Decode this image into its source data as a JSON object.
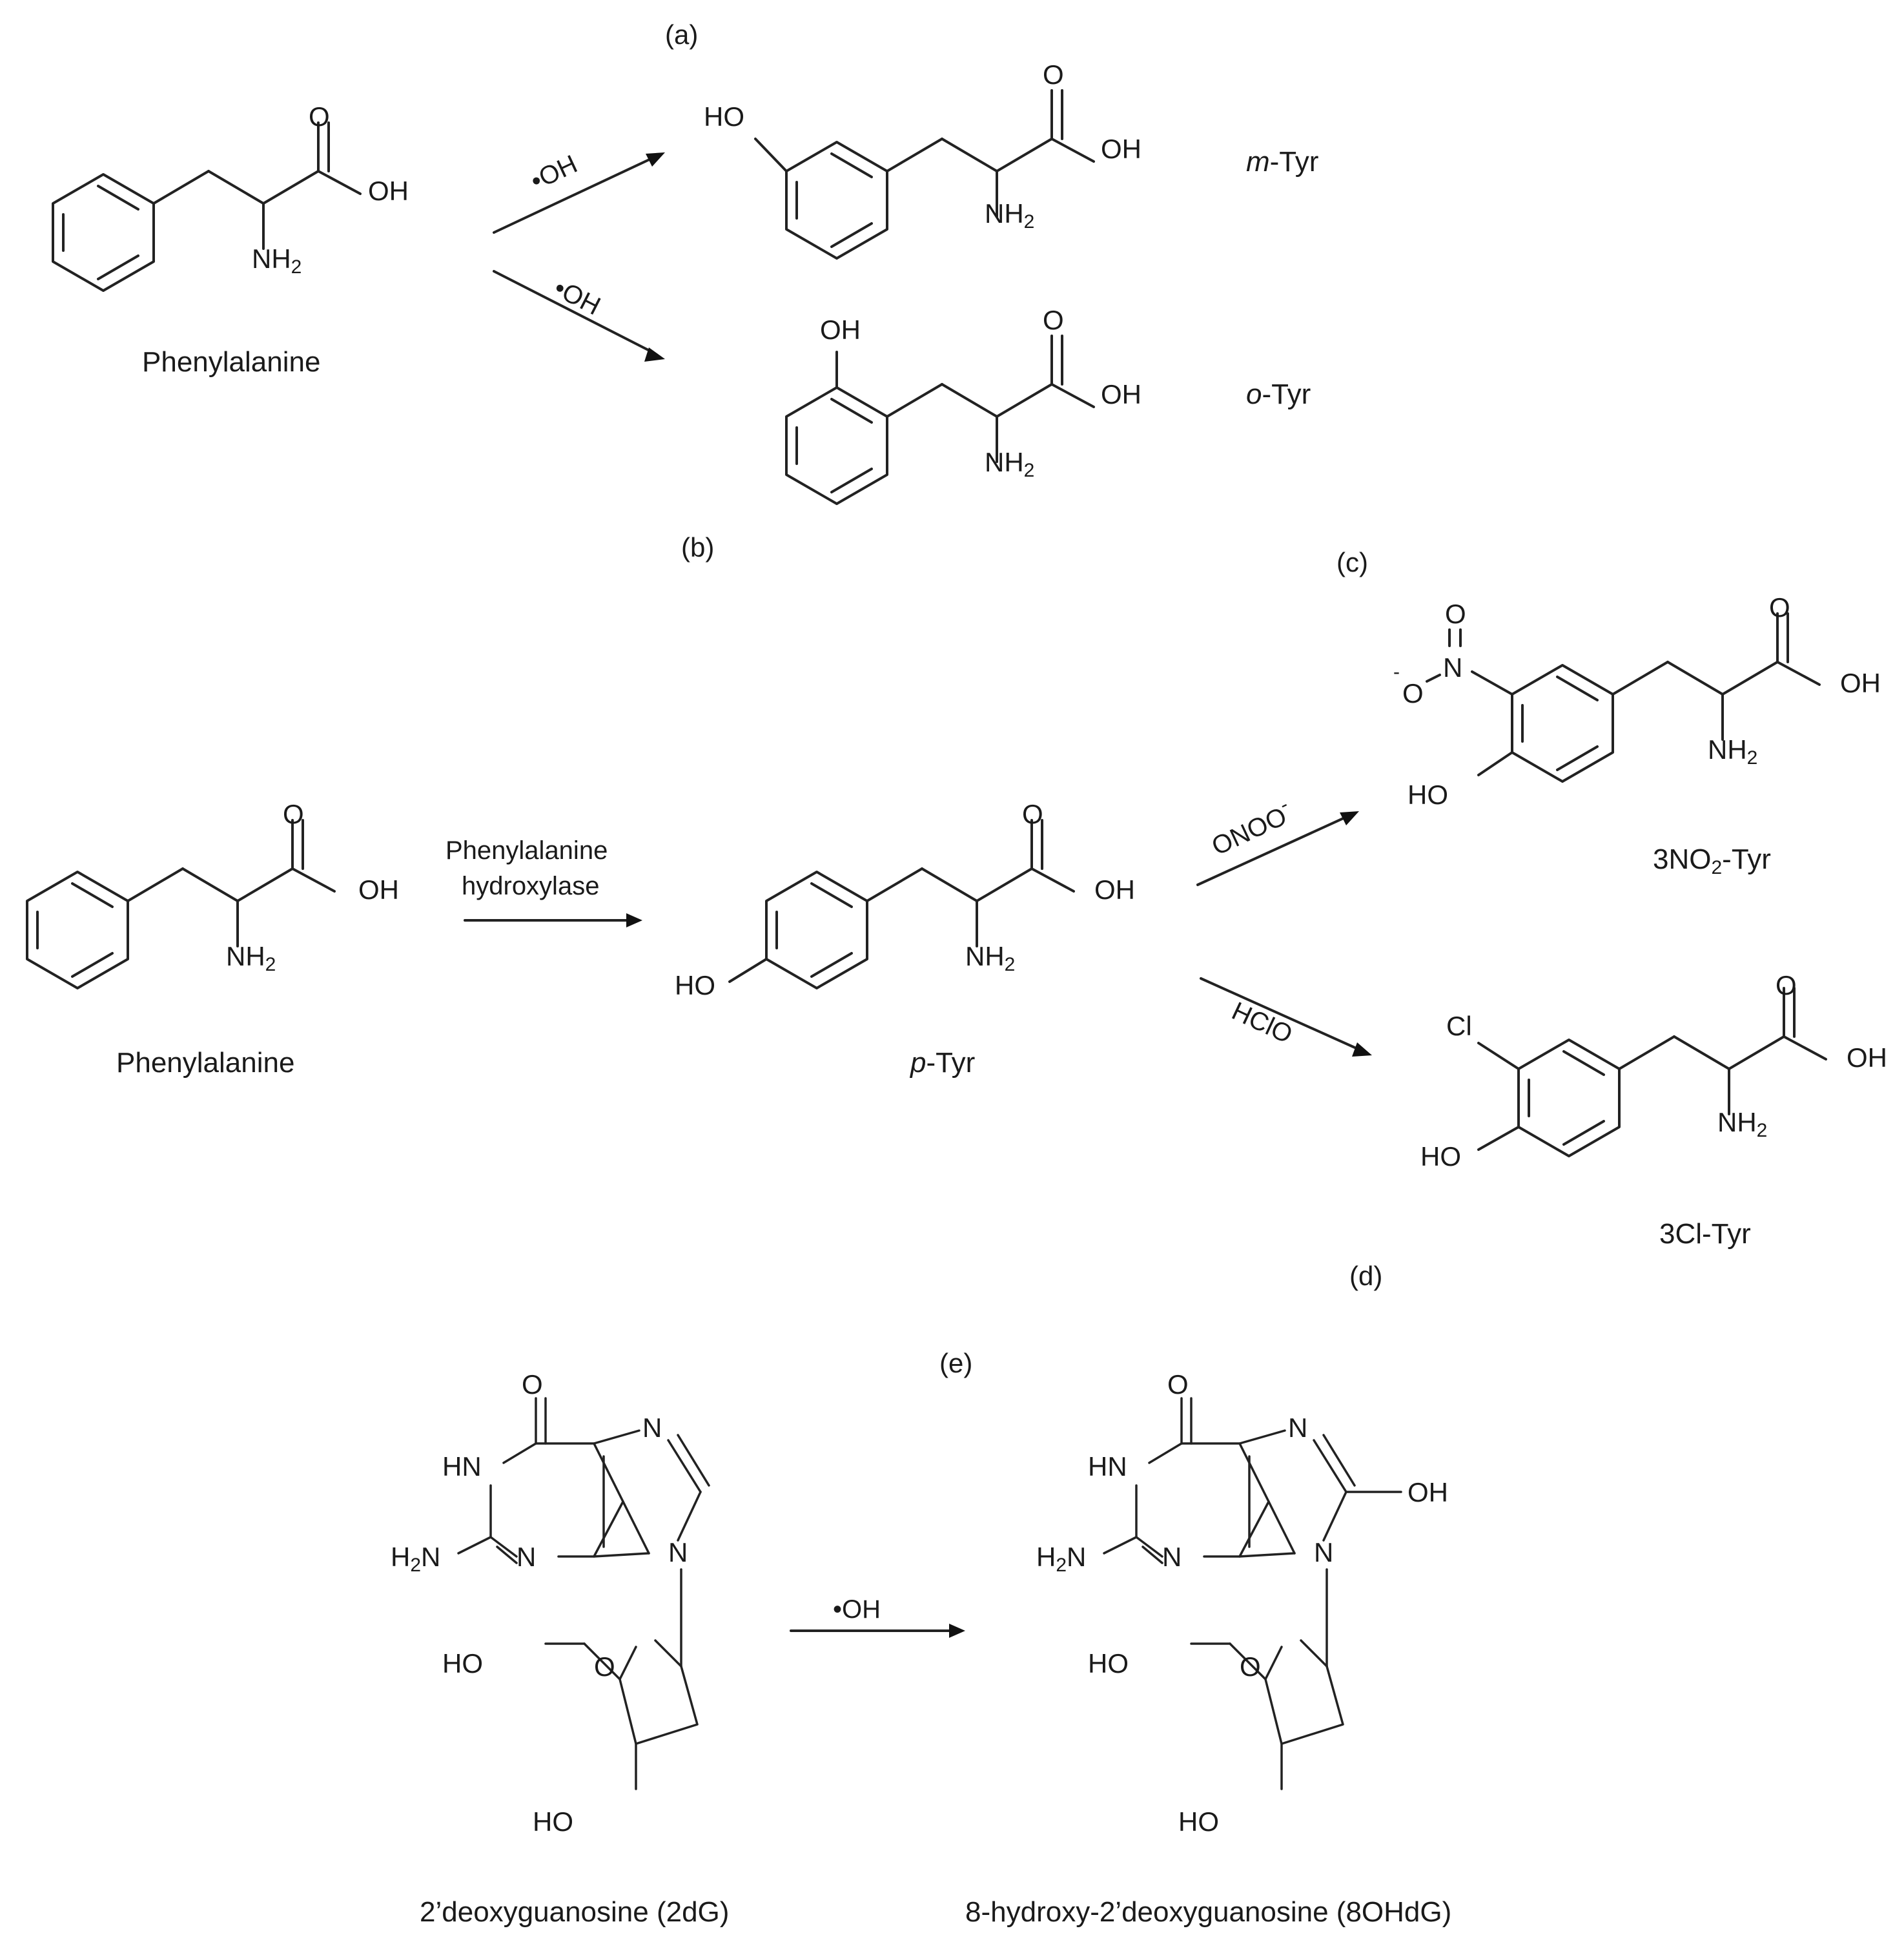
{
  "panels": {
    "a": "(a)",
    "b": "(b)",
    "c": "(c)",
    "d": "(d)",
    "e": "(e)"
  },
  "atoms": {
    "O": "O",
    "OH": "OH",
    "HO": "HO",
    "NH": "NH",
    "sub2": "2",
    "N": "N",
    "HN": "HN",
    "H": "H",
    "N2": "N",
    "Cl": "Cl",
    "O_minus": "O",
    "minus": "-",
    "H2N_H": "H",
    "H2N_2": "2",
    "H2N_N": "N"
  },
  "reagents": {
    "hydroxyl_radical": "•OH",
    "enzyme_line1": "Phenylalanine",
    "enzyme_line2": "hydroxylase",
    "peroxynitrite": "ONOO",
    "peroxynitrite_charge": "-",
    "hypochlorous": "HClO"
  },
  "compounds": {
    "phe_a": "Phenylalanine",
    "m_tyr_prefix": "m",
    "m_tyr_suffix": "-Tyr",
    "o_tyr_prefix": "o",
    "o_tyr_suffix": "-Tyr",
    "phe_b": "Phenylalanine",
    "p_tyr_prefix": "p",
    "p_tyr_suffix": "-Tyr",
    "nitro_tyr_a": "3NO",
    "nitro_tyr_sub": "2",
    "nitro_tyr_b": "-Tyr",
    "chloro_tyr": "3Cl-Tyr",
    "dg": "2’deoxyguanosine (2dG)",
    "ohdg": "8-hydroxy-2’deoxyguanosine (8OHdG)"
  }
}
